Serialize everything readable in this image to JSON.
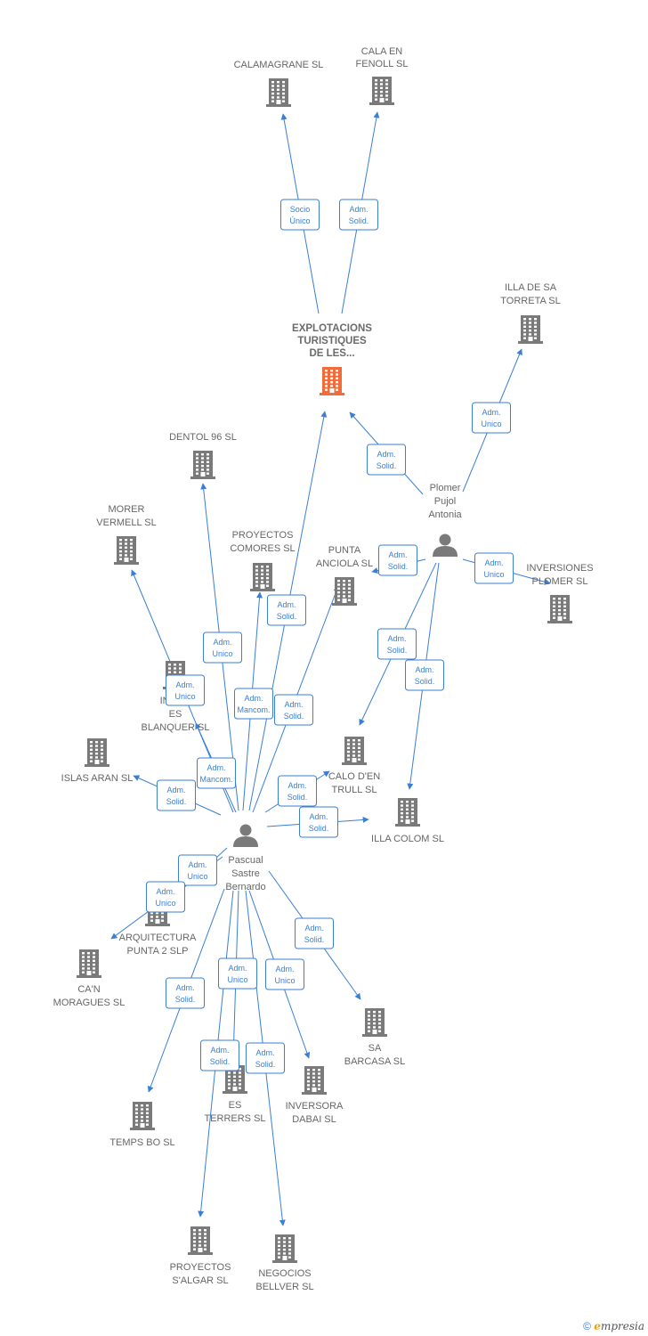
{
  "colors": {
    "building": "#7a7a7a",
    "main_building": "#f26b3a",
    "person": "#7a7a7a",
    "edge": "#3a7fd5"
  },
  "nodes": {
    "explotacions": {
      "lines": [
        "EXPLOTACIONS",
        "TURISTIQUES",
        "DE LES..."
      ],
      "icon": "building-icon",
      "main": true
    },
    "calamagrane": {
      "lines": [
        "CALAMAGRANE SL"
      ],
      "icon": "building-icon"
    },
    "calaenfenoll": {
      "lines": [
        "CALA EN",
        "FENOLL SL"
      ],
      "icon": "building-icon"
    },
    "illadesatorreta": {
      "lines": [
        "ILLA DE SA",
        "TORRETA SL"
      ],
      "icon": "building-icon"
    },
    "plomer": {
      "lines": [
        "Plomer",
        "Pujol",
        "Antonia"
      ],
      "icon": "person-icon"
    },
    "dentol": {
      "lines": [
        "DENTOL 96 SL"
      ],
      "icon": "building-icon"
    },
    "morer": {
      "lines": [
        "MORER",
        "VERMELL SL"
      ],
      "icon": "building-icon"
    },
    "proyectoscomores": {
      "lines": [
        "PROYECTOS",
        "COMORES SL"
      ],
      "icon": "building-icon"
    },
    "puntaanciola": {
      "lines": [
        "PUNTA",
        "ANCIOLA SL"
      ],
      "icon": "building-icon"
    },
    "inversionesplomer": {
      "lines": [
        "INVERSIONES",
        "PLOMER SL"
      ],
      "icon": "building-icon"
    },
    "inversionsesblanquer": {
      "lines": [
        "INVE...",
        "ES",
        "BLANQUER SL"
      ],
      "icon": "building-icon"
    },
    "islasaran": {
      "lines": [
        "ISLAS ARAN SL"
      ],
      "icon": "building-icon"
    },
    "calodentrull": {
      "lines": [
        "CALO D'EN",
        "TRULL SL"
      ],
      "icon": "building-icon"
    },
    "illacolom": {
      "lines": [
        "ILLA COLOM SL"
      ],
      "icon": "building-icon"
    },
    "pascual": {
      "lines": [
        "Pascual",
        "Sastre",
        "Bernardo"
      ],
      "icon": "person-icon"
    },
    "arquitectura": {
      "lines": [
        "ARQUITECTURA",
        "PUNTA 2 SLP"
      ],
      "icon": "building-icon"
    },
    "canmoragues": {
      "lines": [
        "CA'N",
        "MORAGUES SL"
      ],
      "icon": "building-icon"
    },
    "sabarcasa": {
      "lines": [
        "SA",
        "BARCASA SL"
      ],
      "icon": "building-icon"
    },
    "esterrers": {
      "lines": [
        "ES",
        "TERRERS SL"
      ],
      "icon": "building-icon"
    },
    "inversoradabai": {
      "lines": [
        "INVERSORA",
        "DABAI SL"
      ],
      "icon": "building-icon"
    },
    "tempsbo": {
      "lines": [
        "TEMPS BO SL"
      ],
      "icon": "building-icon"
    },
    "proyectossalgar": {
      "lines": [
        "PROYECTOS",
        "S'ALGAR SL"
      ],
      "icon": "building-icon"
    },
    "negociosbellver": {
      "lines": [
        "NEGOCIOS",
        "BELLVER SL"
      ],
      "icon": "building-icon"
    }
  },
  "edges": [
    {
      "from": "explotacions",
      "to": "calamagrane",
      "label": [
        "Socio",
        "Único"
      ]
    },
    {
      "from": "explotacions",
      "to": "calaenfenoll",
      "label": [
        "Adm.",
        "Solid."
      ]
    },
    {
      "from": "plomer",
      "to": "illadesatorreta",
      "label": [
        "Adm.",
        "Unico"
      ]
    },
    {
      "from": "plomer",
      "to": "explotacions",
      "label": [
        "Adm.",
        "Solid."
      ]
    },
    {
      "from": "plomer",
      "to": "puntaanciola",
      "label": [
        "Adm.",
        "Solid."
      ]
    },
    {
      "from": "plomer",
      "to": "inversionesplomer",
      "label": [
        "Adm.",
        "Unico"
      ]
    },
    {
      "from": "plomer",
      "to": "calodentrull",
      "label": [
        "Adm.",
        "Solid."
      ]
    },
    {
      "from": "plomer",
      "to": "illacolom",
      "label": [
        "Adm.",
        "Solid."
      ]
    },
    {
      "from": "pascual",
      "to": "dentol",
      "label": [
        "Adm.",
        "Unico"
      ]
    },
    {
      "from": "pascual",
      "to": "morer",
      "label": [
        "Adm.",
        "Unico"
      ]
    },
    {
      "from": "pascual",
      "to": "proyectoscomores",
      "label": [
        "Adm.",
        "Solid."
      ]
    },
    {
      "from": "pascual",
      "to": "explotacions",
      "label": [
        "Adm.",
        "Mancom."
      ]
    },
    {
      "from": "pascual",
      "to": "puntaanciola",
      "label": [
        "Adm.",
        "Solid."
      ]
    },
    {
      "from": "pascual",
      "to": "inversionsesblanquer",
      "label": [
        "Adm.",
        "Mancom."
      ]
    },
    {
      "from": "pascual",
      "to": "islasaran",
      "label": [
        "Adm.",
        "Solid."
      ]
    },
    {
      "from": "pascual",
      "to": "calodentrull",
      "label": [
        "Adm.",
        "Solid."
      ]
    },
    {
      "from": "pascual",
      "to": "illacolom",
      "label": [
        "Adm.",
        "Solid."
      ]
    },
    {
      "from": "pascual",
      "to": "arquitectura",
      "label": [
        "Adm.",
        "Unico"
      ]
    },
    {
      "from": "pascual",
      "to": "canmoragues",
      "label": [
        "Adm.",
        "Unico"
      ]
    },
    {
      "from": "pascual",
      "to": "sabarcasa",
      "label": [
        "Adm.",
        "Solid."
      ]
    },
    {
      "from": "pascual",
      "to": "esterrers",
      "label": [
        "Adm.",
        "Unico"
      ]
    },
    {
      "from": "pascual",
      "to": "inversoradabai",
      "label": [
        "Adm.",
        "Unico"
      ]
    },
    {
      "from": "pascual",
      "to": "tempsbo",
      "label": [
        "Adm.",
        "Solid."
      ]
    },
    {
      "from": "pascual",
      "to": "proyectossalgar",
      "label": [
        "Adm.",
        "Solid."
      ]
    },
    {
      "from": "pascual",
      "to": "negociosbellver",
      "label": [
        "Adm.",
        "Solid."
      ]
    }
  ],
  "footer": {
    "copyright": "©",
    "brand_e": "e",
    "brand_rest": "mpresia"
  }
}
